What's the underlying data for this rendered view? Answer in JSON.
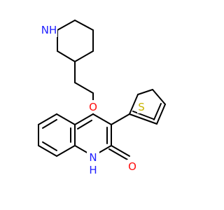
{
  "structure": {
    "atoms": {
      "piperidine_n": {
        "text": "NH",
        "color": "#1f1fff"
      },
      "ether_o": {
        "text": "O",
        "color": "#ff0d0d"
      },
      "thiophene_s": {
        "text": "S",
        "color": "#c8b400"
      },
      "ring_nh": {
        "text": "H",
        "color": "#1f1fff"
      },
      "ring_n": {
        "text": "N",
        "color": "#1f1fff"
      },
      "carbonyl_o": {
        "text": "O",
        "color": "#ff0d0d"
      }
    }
  }
}
